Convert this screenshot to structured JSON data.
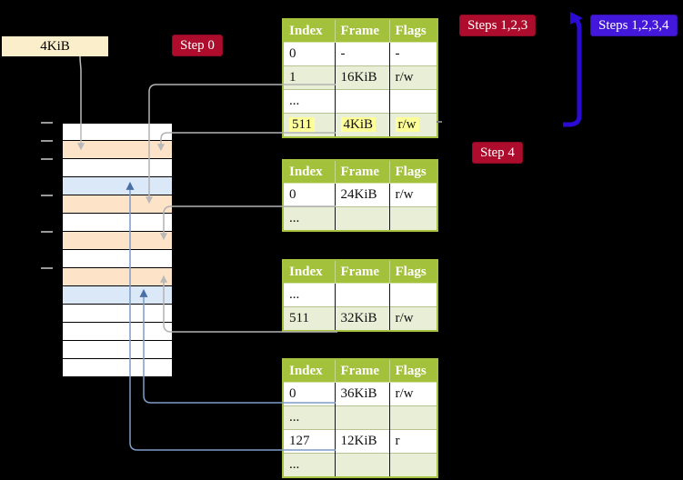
{
  "root_pointer": {
    "label": "4KiB"
  },
  "badges": {
    "step0": "Step 0",
    "steps123": "Steps 1,2,3",
    "steps1234": "Steps 1,2,3,4",
    "step4": "Step 4"
  },
  "page_tables": [
    {
      "id": "table-top",
      "headers": [
        "Index",
        "Frame",
        "Flags"
      ],
      "rows": [
        {
          "cells": [
            "0",
            "-",
            "-"
          ],
          "highlight": false
        },
        {
          "cells": [
            "1",
            "16KiB",
            "r/w"
          ],
          "highlight": false
        },
        {
          "cells": [
            "...",
            "",
            ""
          ],
          "highlight": false
        },
        {
          "cells": [
            "511",
            "4KiB",
            "r/w"
          ],
          "highlight": true
        }
      ]
    },
    {
      "id": "table-second",
      "headers": [
        "Index",
        "Frame",
        "Flags"
      ],
      "rows": [
        {
          "cells": [
            "0",
            "24KiB",
            "r/w"
          ],
          "highlight": false
        },
        {
          "cells": [
            "...",
            "",
            ""
          ],
          "highlight": false
        }
      ]
    },
    {
      "id": "table-third",
      "headers": [
        "Index",
        "Frame",
        "Flags"
      ],
      "rows": [
        {
          "cells": [
            "...",
            "",
            ""
          ],
          "highlight": false
        },
        {
          "cells": [
            "511",
            "32KiB",
            "r/w"
          ],
          "highlight": false
        }
      ]
    },
    {
      "id": "table-bottom",
      "headers": [
        "Index",
        "Frame",
        "Flags"
      ],
      "rows": [
        {
          "cells": [
            "0",
            "36KiB",
            "r/w"
          ],
          "highlight": false
        },
        {
          "cells": [
            "...",
            "",
            ""
          ],
          "highlight": false
        },
        {
          "cells": [
            "127",
            "12KiB",
            "r"
          ],
          "highlight": false
        },
        {
          "cells": [
            "...",
            "",
            ""
          ],
          "highlight": false
        }
      ]
    }
  ],
  "memory": {
    "rows": [
      "free",
      "pagetable",
      "free",
      "mapped",
      "pagetable",
      "free",
      "pagetable",
      "free",
      "pagetable",
      "mapped",
      "free",
      "free",
      "free",
      "free"
    ],
    "ticks": [
      0,
      1,
      2,
      4,
      6,
      8
    ]
  },
  "connectors": [
    {
      "name": "root-pointer-to-4KiB-frame",
      "color": "gray"
    },
    {
      "name": "row1-to-16KiB-frame",
      "color": "gray"
    },
    {
      "name": "row511-to-4KiB-frame",
      "color": "gray"
    },
    {
      "name": "row0-to-24KiB-frame",
      "color": "gray"
    },
    {
      "name": "row511-to-32KiB-frame",
      "color": "gray"
    },
    {
      "name": "row0-to-36KiB-page",
      "color": "steel-blue"
    },
    {
      "name": "row127-to-12KiB-page",
      "color": "steel-blue"
    },
    {
      "name": "loop-back-arrow",
      "color": "indigo"
    }
  ],
  "colors": {
    "header_green": "#a3c13a",
    "row_alt_green": "#e9efd6",
    "highlight_yellow": "#ffff99",
    "frame_orange": "#fde3c8",
    "page_blue": "#dbe8f7",
    "root_cream": "#fbeecb",
    "badge_crimson": "#ad0c2c",
    "badge_blue": "#4418db",
    "arrow_indigo": "#2b0ad4",
    "connector_gray": "#b9b9b9",
    "connector_steel": "#7d9cc8"
  }
}
